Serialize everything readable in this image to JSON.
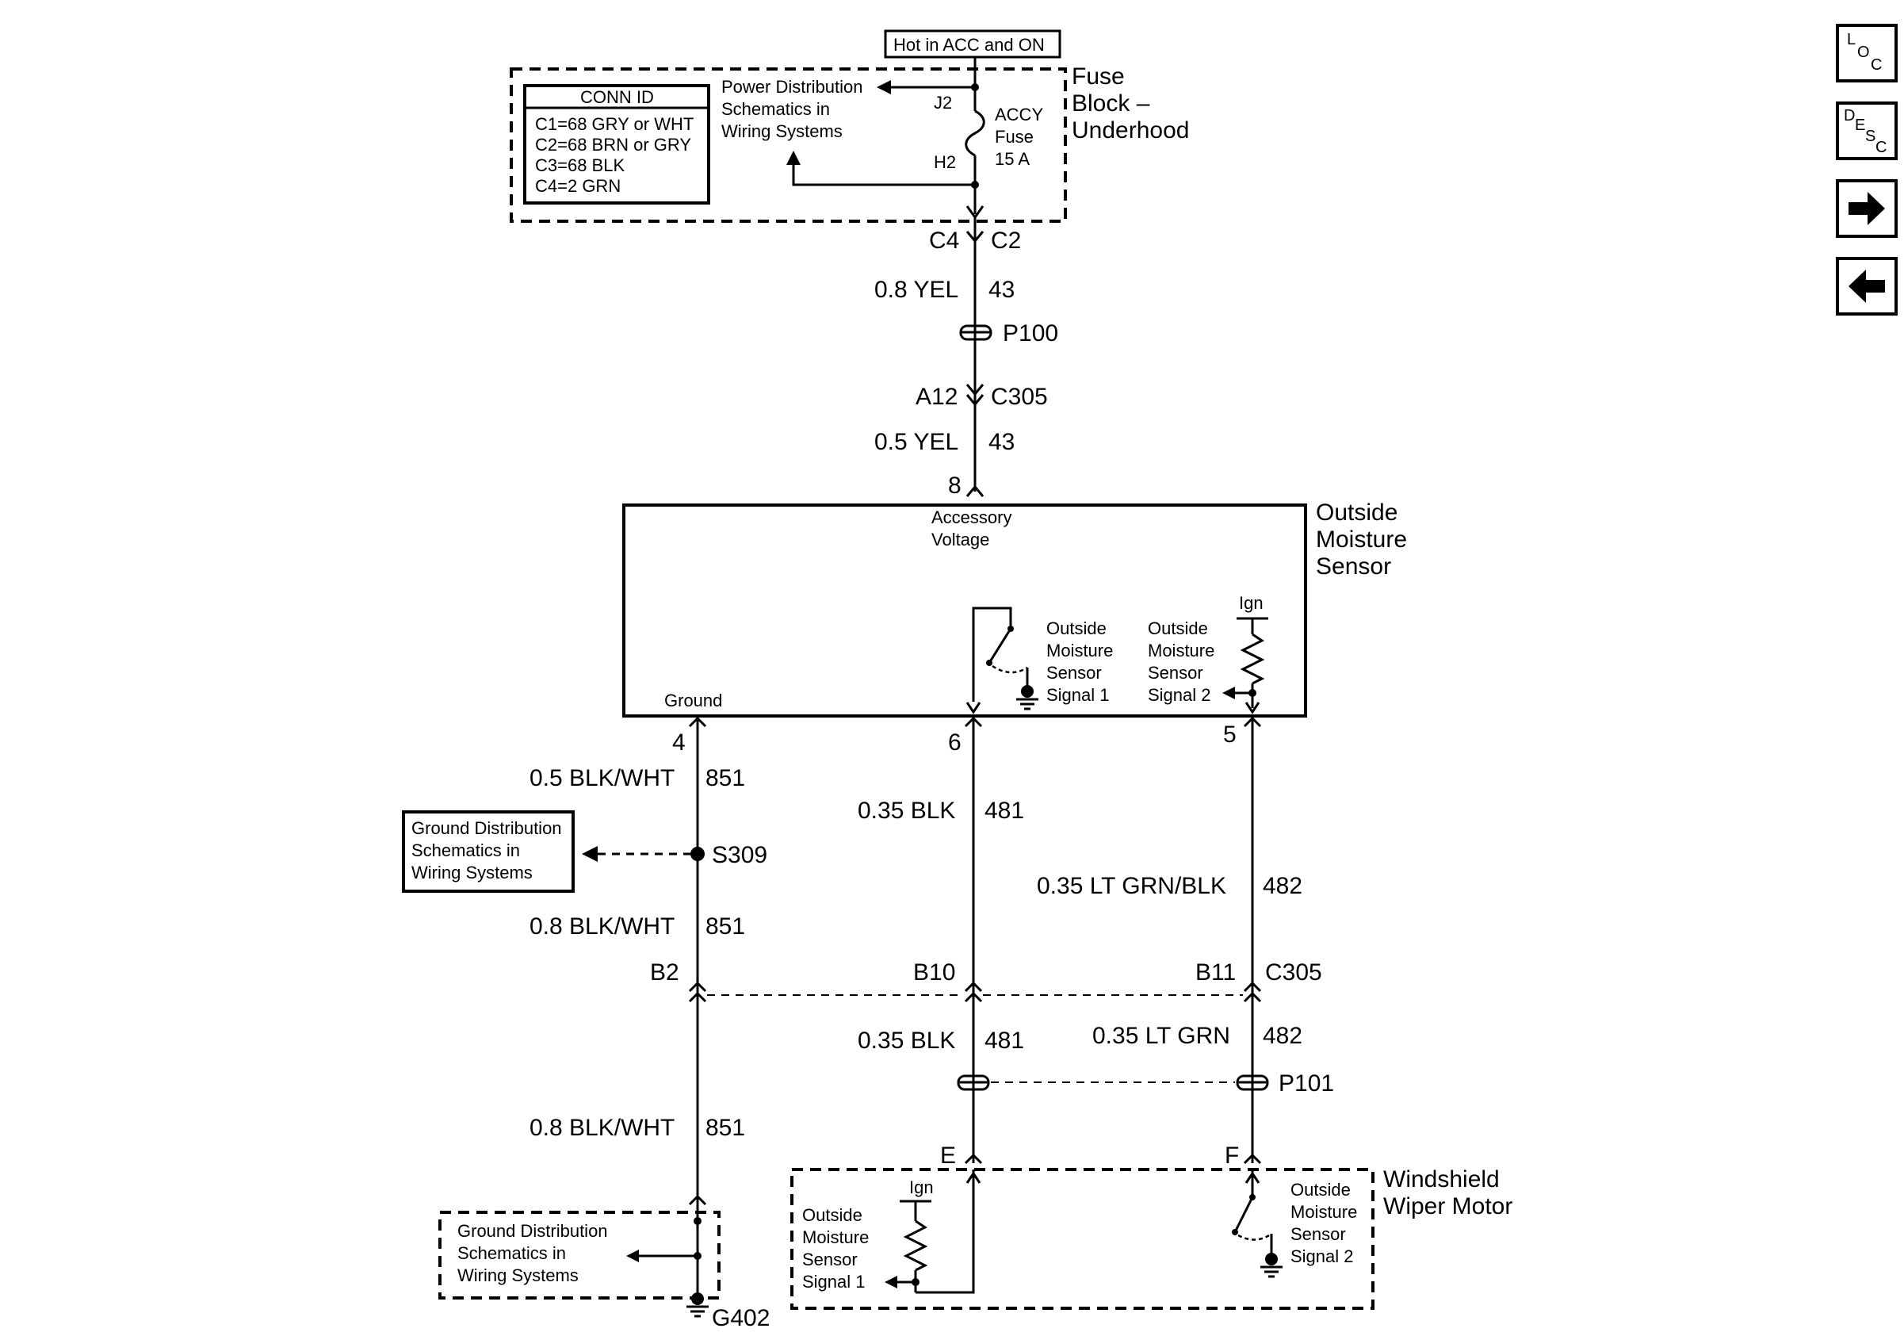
{
  "colors": {
    "ink": "#000000",
    "paper": "#ffffff"
  },
  "nav": {
    "loc_label": "LOC",
    "desc_label": "DESC",
    "icons": [
      "loc-icon",
      "desc-icon",
      "arrow-right-icon",
      "arrow-left-icon"
    ]
  },
  "fuse_block": {
    "hot_label": "Hot in ACC and ON",
    "title_lines": [
      "Fuse",
      "Block –",
      "Underhood"
    ],
    "conn_id_title": "CONN ID",
    "conn_ids": [
      "C1=68 GRY or WHT",
      "C2=68 BRN or GRY",
      "C3=68 BLK",
      "C4=2 GRN"
    ],
    "power_ref_lines": [
      "Power Distribution",
      "Schematics in",
      "Wiring Systems"
    ],
    "j2": "J2",
    "h2": "H2",
    "fuse_lines": [
      "ACCY",
      "Fuse",
      "15 A"
    ]
  },
  "upper_wire": {
    "c4": "C4",
    "c2": "C2",
    "wire1_label": "0.8 YEL",
    "wire1_circuit": "43",
    "p100": "P100",
    "a12": "A12",
    "c305": "C305",
    "wire2_label": "0.5 YEL",
    "wire2_circuit": "43",
    "pin8": "8"
  },
  "sensor": {
    "title_lines": [
      "Outside",
      "Moisture",
      "Sensor"
    ],
    "accessory_lines": [
      "Accessory",
      "Voltage"
    ],
    "ground": "Ground",
    "signal1_lines": [
      "Outside",
      "Moisture",
      "Sensor",
      "Signal 1"
    ],
    "signal2_lines": [
      "Outside",
      "Moisture",
      "Sensor",
      "Signal 2"
    ],
    "ign": "Ign",
    "pin4": "4",
    "pin6": "6",
    "pin5": "5"
  },
  "lower_wires": {
    "w851_a_label": "0.5 BLK/WHT",
    "w851_a_circuit": "851",
    "ground_ref_lines": [
      "Ground Distribution",
      "Schematics in",
      "Wiring Systems"
    ],
    "s309": "S309",
    "w851_b_label": "0.8 BLK/WHT",
    "w851_b_circuit": "851",
    "w481_a_label": "0.35 BLK",
    "w481_a_circuit": "481",
    "w482_a_label": "0.35 LT GRN/BLK",
    "w482_a_circuit": "482",
    "b2": "B2",
    "b10": "B10",
    "b11": "B11",
    "c305": "C305",
    "w481_b_label": "0.35 BLK",
    "w481_b_circuit": "481",
    "w482_b_label": "0.35 LT GRN",
    "w482_b_circuit": "482",
    "p101": "P101",
    "w851_c_label": "0.8 BLK/WHT",
    "w851_c_circuit": "851",
    "ground_ref2_lines": [
      "Ground Distribution",
      "Schematics in",
      "Wiring Systems"
    ],
    "g402": "G402"
  },
  "wiper": {
    "title_lines": [
      "Windshield",
      "Wiper Motor"
    ],
    "pin_e": "E",
    "pin_f": "F",
    "ign": "Ign",
    "signal1_lines": [
      "Outside",
      "Moisture",
      "Sensor",
      "Signal 1"
    ],
    "signal2_lines": [
      "Outside",
      "Moisture",
      "Sensor",
      "Signal 2"
    ]
  }
}
